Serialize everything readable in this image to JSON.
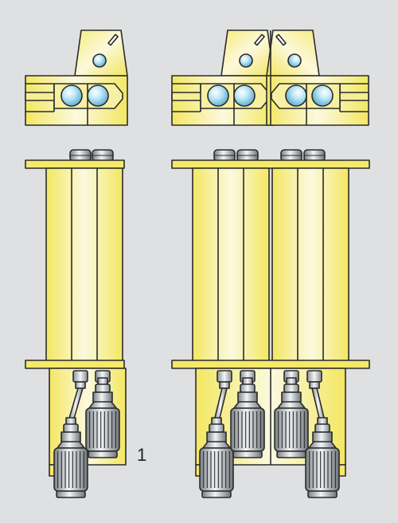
{
  "figure": {
    "label": "1",
    "colors": {
      "background": "#dfe0e2",
      "frame_yellow": "#f4e96a",
      "frame_light": "#fbf8d8",
      "outline": "#2b2b2b",
      "roller_blue": "#8fd0ea",
      "motor_gray": "#8b9196",
      "motor_light": "#eef1f3"
    },
    "assemblies": [
      {
        "name": "single-unit",
        "unit_count": 1
      },
      {
        "name": "twin-unit",
        "unit_count": 2
      }
    ]
  }
}
